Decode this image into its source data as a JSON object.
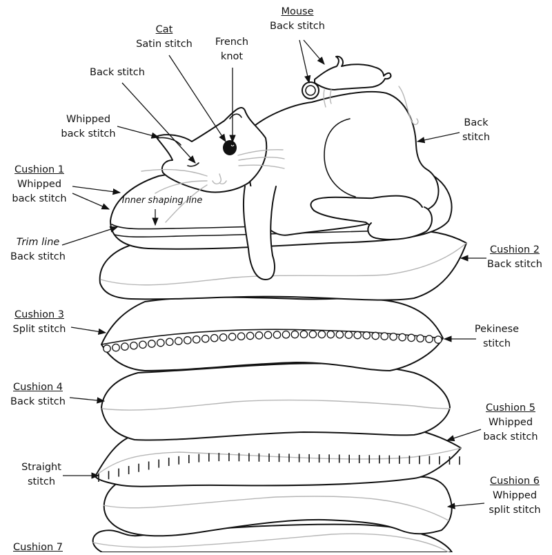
{
  "title": "Cat on cushions embroidery stitch guide",
  "labels": {
    "mouse": {
      "title": "Mouse",
      "stitch": "Back stitch"
    },
    "cat": {
      "title": "Cat",
      "stitch": "Satin stitch"
    },
    "french_knot": {
      "line1": "French",
      "line2": "knot"
    },
    "cat_back_stitch": {
      "line1": "Back stitch"
    },
    "cat_whipped": {
      "line1": "Whipped",
      "line2": "back stitch"
    },
    "body_back_stitch": {
      "line1": "Back",
      "line2": "stitch"
    },
    "cushion1": {
      "title": "Cushion 1",
      "line1": "Whipped",
      "line2": "back stitch"
    },
    "inner_shaping": {
      "text": "Inner shaping line"
    },
    "trim_line": {
      "italic": "Trim line",
      "stitch": "Back stitch"
    },
    "cushion2": {
      "title": "Cushion 2",
      "stitch": "Back stitch"
    },
    "cushion3": {
      "title": "Cushion 3",
      "stitch": "Split stitch"
    },
    "pekinese": {
      "line1": "Pekinese",
      "line2": "stitch"
    },
    "cushion4": {
      "title": "Cushion 4",
      "stitch": "Back stitch"
    },
    "cushion5": {
      "title": "Cushion 5",
      "line1": "Whipped",
      "line2": "back stitch"
    },
    "straight": {
      "line1": "Straight",
      "line2": "stitch"
    },
    "cushion6": {
      "title": "Cushion 6",
      "line1": "Whipped",
      "line2": "split stitch"
    },
    "cushion7": {
      "title": "Cushion 7"
    }
  },
  "colors": {
    "line": "#111111",
    "guide": "#b5b5b5",
    "background": "#ffffff"
  }
}
